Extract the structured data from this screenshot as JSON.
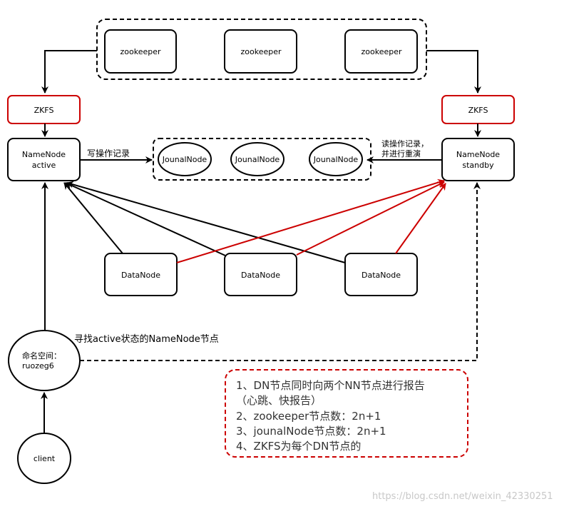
{
  "zookeeper": {
    "nodes": [
      "zookeeper",
      "zookeeper",
      "zookeeper"
    ]
  },
  "zkfs": {
    "left": "ZKFS",
    "right": "ZKFS"
  },
  "namenode_active": {
    "line1": "NameNode",
    "line2": "active"
  },
  "namenode_standby": {
    "line1": "NameNode",
    "line2": "standby"
  },
  "journal": {
    "nodes": [
      "JounalNode",
      "JounalNode",
      "JounalNode"
    ]
  },
  "datanode": {
    "nodes": [
      "DataNode",
      "DataNode",
      "DataNode"
    ]
  },
  "labels": {
    "write_log": "写操作记录",
    "read_log_line1": "读操作记录，",
    "read_log_line2": "并进行重演",
    "find_active": "寻找active状态的NameNode节点"
  },
  "namespace": {
    "line1": "命名空间：",
    "line2": "ruozeg6"
  },
  "client": {
    "label": "client"
  },
  "notes": [
    "1、DN节点同时向两个NN节点进行报告",
    "（心跳、快报告）",
    "2、zookeeper节点数：2n+1",
    "3、jounalNode节点数：2n+1",
    "4、ZKFS为每个DN节点的"
  ],
  "watermark": "https://blog.csdn.net/weixin_42330251",
  "colors": {
    "black": "#000000",
    "red": "#cc0000",
    "white": "#ffffff",
    "note_text": "#333333",
    "watermark": "#c8c8c8"
  }
}
